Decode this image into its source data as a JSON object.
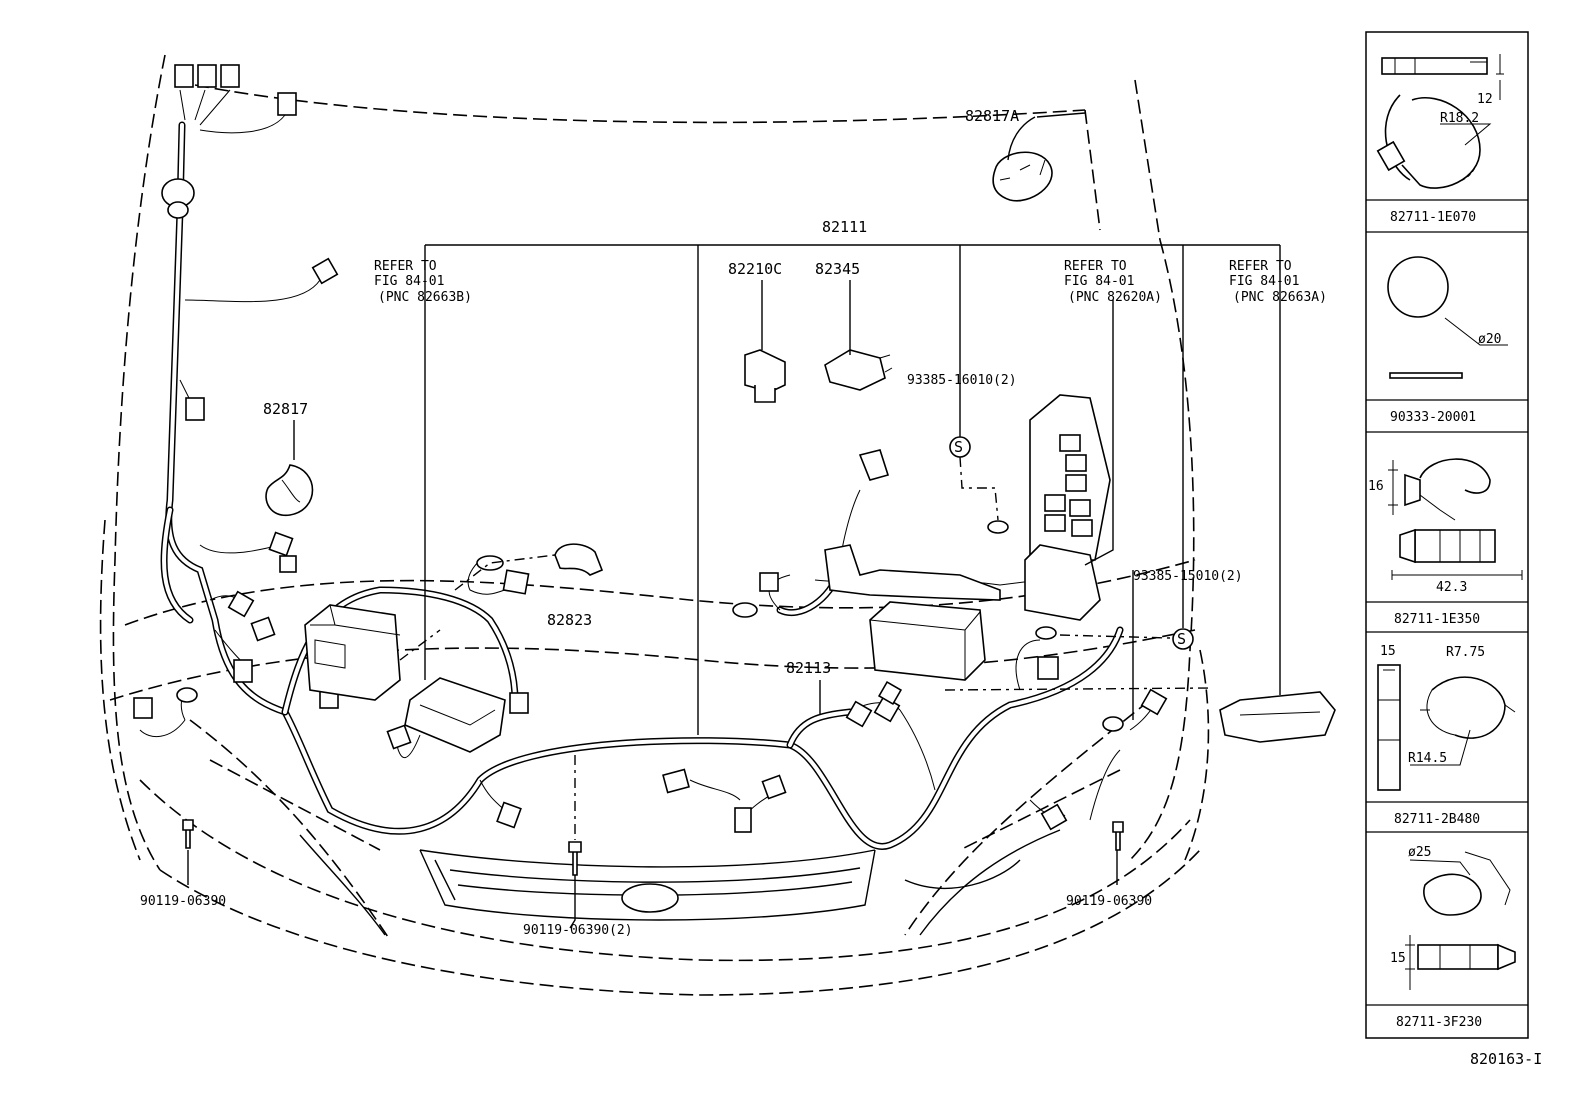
{
  "diagram_id": "820163-I",
  "callouts": {
    "p82817A": "82817A",
    "p82111": "82111",
    "p82210C": "82210C",
    "p82345": "82345",
    "p82817": "82817",
    "p82823": "82823",
    "p82113": "82113",
    "p93385_16010": "93385-16010(2)",
    "p93385_15010": "93385-15010(2)",
    "p90119_left": "90119-06390",
    "p90119_center": "90119-06390(2)",
    "p90119_right": "90119-06390"
  },
  "refer_notes": [
    {
      "line1": "REFER TO",
      "line2": "FIG 84-01",
      "line3": "(PNC 82663B)"
    },
    {
      "line1": "REFER TO",
      "line2": "FIG 84-01",
      "line3": "(PNC 82620A)"
    },
    {
      "line1": "REFER TO",
      "line2": "FIG 84-01",
      "line3": "(PNC 82663A)"
    }
  ],
  "detail_panels": [
    {
      "part_no": "82711-1E070",
      "dims": [
        "12",
        "R18.2"
      ]
    },
    {
      "part_no": "90333-20001",
      "dims": [
        "ø20"
      ]
    },
    {
      "part_no": "82711-1E350",
      "dims": [
        "16",
        "42.3"
      ]
    },
    {
      "part_no": "82711-2B480",
      "dims": [
        "15",
        "R7.75",
        "R14.5"
      ]
    },
    {
      "part_no": "82711-3F230",
      "dims": [
        "ø25",
        "15"
      ]
    }
  ]
}
